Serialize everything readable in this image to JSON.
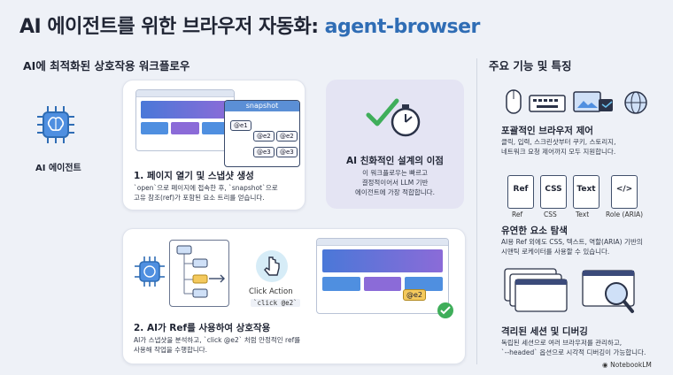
{
  "title": {
    "main": "AI 에이전트를 위한 브라우저 자동화: ",
    "accent": "agent-browser"
  },
  "workflow": {
    "heading": "AI에 최적화된 상호작용 워크플로우",
    "agent_label": "AI 에이전트",
    "step1": {
      "snapshot_label": "snapshot",
      "nodes": [
        "@e1",
        "@e2",
        "@e2",
        "@e3",
        "@e3"
      ],
      "title": "1. 페이지 열기 및 스냅샷 생성",
      "desc1": "`open`으로 페이지에 접속한 후, `snapshot`으로",
      "desc2": "고유 참조(ref)가 포함된 요소 트리를 얻습니다."
    },
    "benefit": {
      "title": "AI 친화적인 설계의 이점",
      "desc1": "이 워크플로우는 빠르고",
      "desc2": "결정적이어서 LLM 기반",
      "desc3": "에이전트에 가장 적합합니다."
    },
    "step2": {
      "click_action": "Click Action",
      "click_code": "`click @e2`",
      "e2_tag": "@e2",
      "title": "2. AI가 Ref를 사용하여 상호작용",
      "desc1": "AI가 스냅샷을 분석하고, `click @e2` 처럼 안정적인 ref를",
      "desc2": "사용해 작업을 수행합니다."
    }
  },
  "features": {
    "heading": "주요 기능 및 특징",
    "control": {
      "title": "포괄적인 브라우저 제어",
      "desc1": "클릭, 입력, 스크린샷부터 쿠키, 스토리지,",
      "desc2": "네트워크 요청 제어까지 모두 지원합니다."
    },
    "locators": {
      "docs": [
        "Ref",
        "CSS",
        "Text",
        "</>"
      ],
      "labels": [
        "Ref",
        "CSS",
        "Text",
        "Role (ARIA)"
      ],
      "title": "유연한 요소 탐색",
      "desc1": "AI용 Ref 외에도 CSS, 텍스트, 역할(ARIA) 기반의",
      "desc2": "시맨틱 로케이터를 사용할 수 있습니다."
    },
    "sessions": {
      "title": "격리된 세션 및 디버깅",
      "desc1": "독립된 세션으로 여러 브라우저를 관리하고,",
      "desc2": "`--headed` 옵션으로 시각적 디버깅이 가능합니다."
    }
  },
  "brand": "NotebookLM",
  "colors": {
    "accent": "#2f6db5",
    "highlight": "#f4c95d",
    "check": "#3fae5a",
    "purple": "#e4e4f3"
  }
}
